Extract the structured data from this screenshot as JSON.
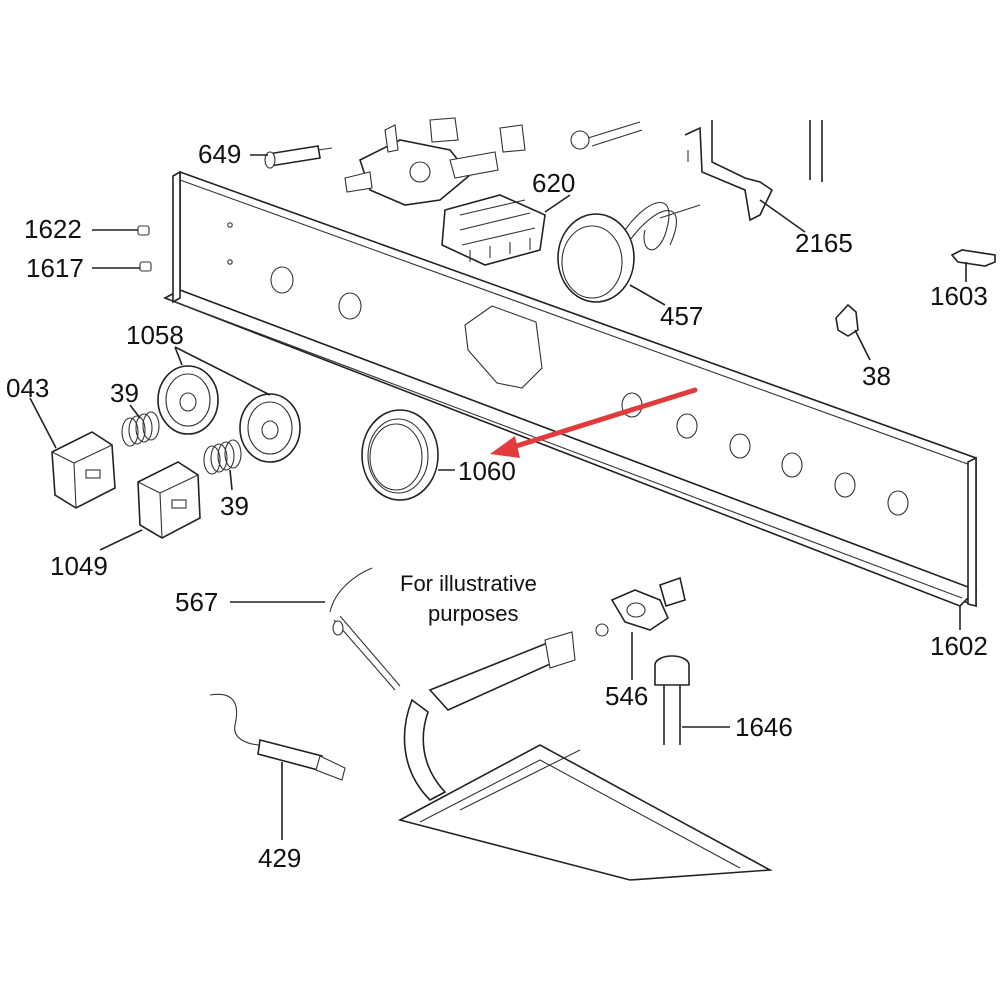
{
  "labels": {
    "p649": "649",
    "p620": "620",
    "p2165": "2165",
    "p1622": "1622",
    "p1617": "1617",
    "p1603": "1603",
    "p457": "457",
    "p1058": "1058",
    "p38": "38",
    "p043": "043",
    "p39a": "39",
    "p39b": "39",
    "p1060": "1060",
    "p1049": "1049",
    "p567": "567",
    "p1602": "1602",
    "p546": "546",
    "p1646": "1646",
    "p429": "429"
  },
  "note": {
    "line1": "For illustrative",
    "line2": "purposes"
  },
  "colors": {
    "highlight_arrow": "#e23b3b",
    "line": "#222222",
    "background": "#ffffff"
  }
}
